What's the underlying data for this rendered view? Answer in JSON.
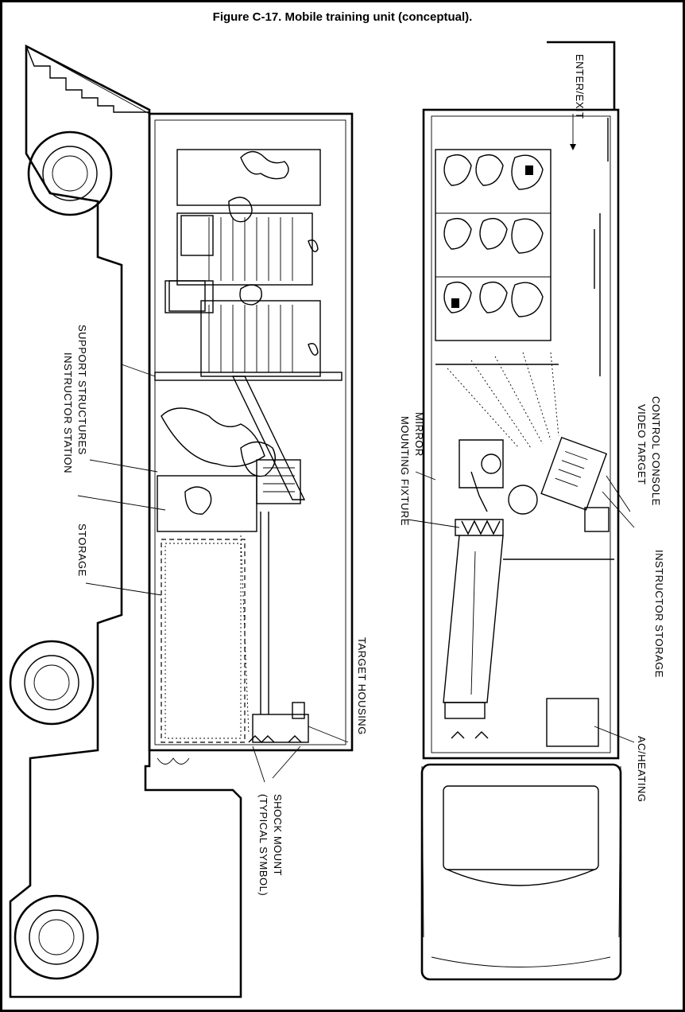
{
  "figure": {
    "title": "Figure C-17. Mobile training unit (conceptual)."
  },
  "side_view": {
    "labels": {
      "support_structures": "SUPPORT STRUCTURES",
      "instructor_station": "INSTRUCTOR STATION",
      "storage": "STORAGE",
      "target_housing": "TARGET HOUSING",
      "shock_mount_line1": "SHOCK MOUNT",
      "shock_mount_line2": "(TYPICAL SYMBOL)"
    }
  },
  "top_view": {
    "labels": {
      "enter_exit": "ENTER/EXIT",
      "control_console": "CONTROL CONSOLE",
      "video_target": "VIDEO TARGET",
      "mirror": "MIRROR",
      "mounting_fixture": "MOUNTING FIXTURE",
      "instructor_storage": "INSTRUCTOR STORAGE",
      "ac_heating": "AC/HEATING"
    }
  }
}
